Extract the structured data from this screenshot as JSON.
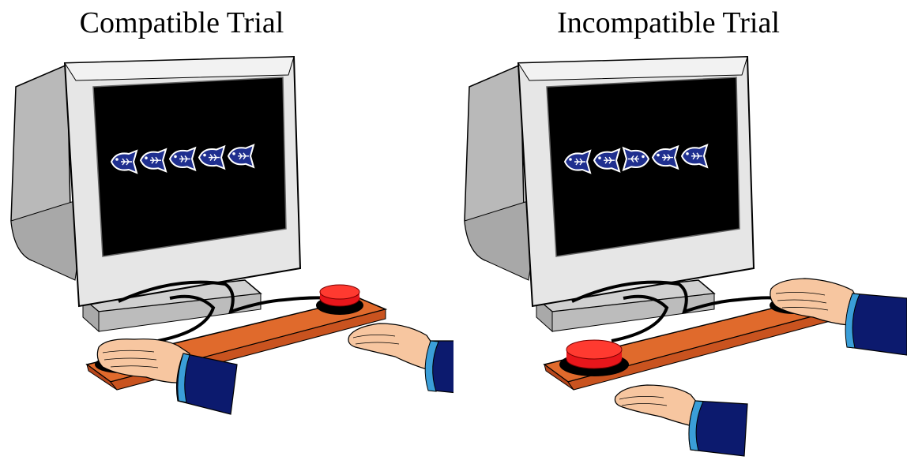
{
  "panels": [
    {
      "title": "Compatible Trial",
      "fish_directions": [
        "left",
        "left",
        "left",
        "left",
        "left"
      ],
      "target_direction": "left",
      "pressed_button": "left"
    },
    {
      "title": "Incompatible Trial",
      "fish_directions": [
        "left",
        "left",
        "right",
        "left",
        "left"
      ],
      "target_direction": "right",
      "pressed_button": "right"
    }
  ],
  "colors": {
    "monitor_face": "#e6e6e6",
    "monitor_side": "#b9b9b9",
    "screen": "#000000",
    "fish_fill": "#1f2f8f",
    "board": "#d9541e",
    "button_red": "#e8161b",
    "sleeve": "#0c1a6e",
    "cuff": "#3a9ed8",
    "skin": "#f7c6a0"
  }
}
